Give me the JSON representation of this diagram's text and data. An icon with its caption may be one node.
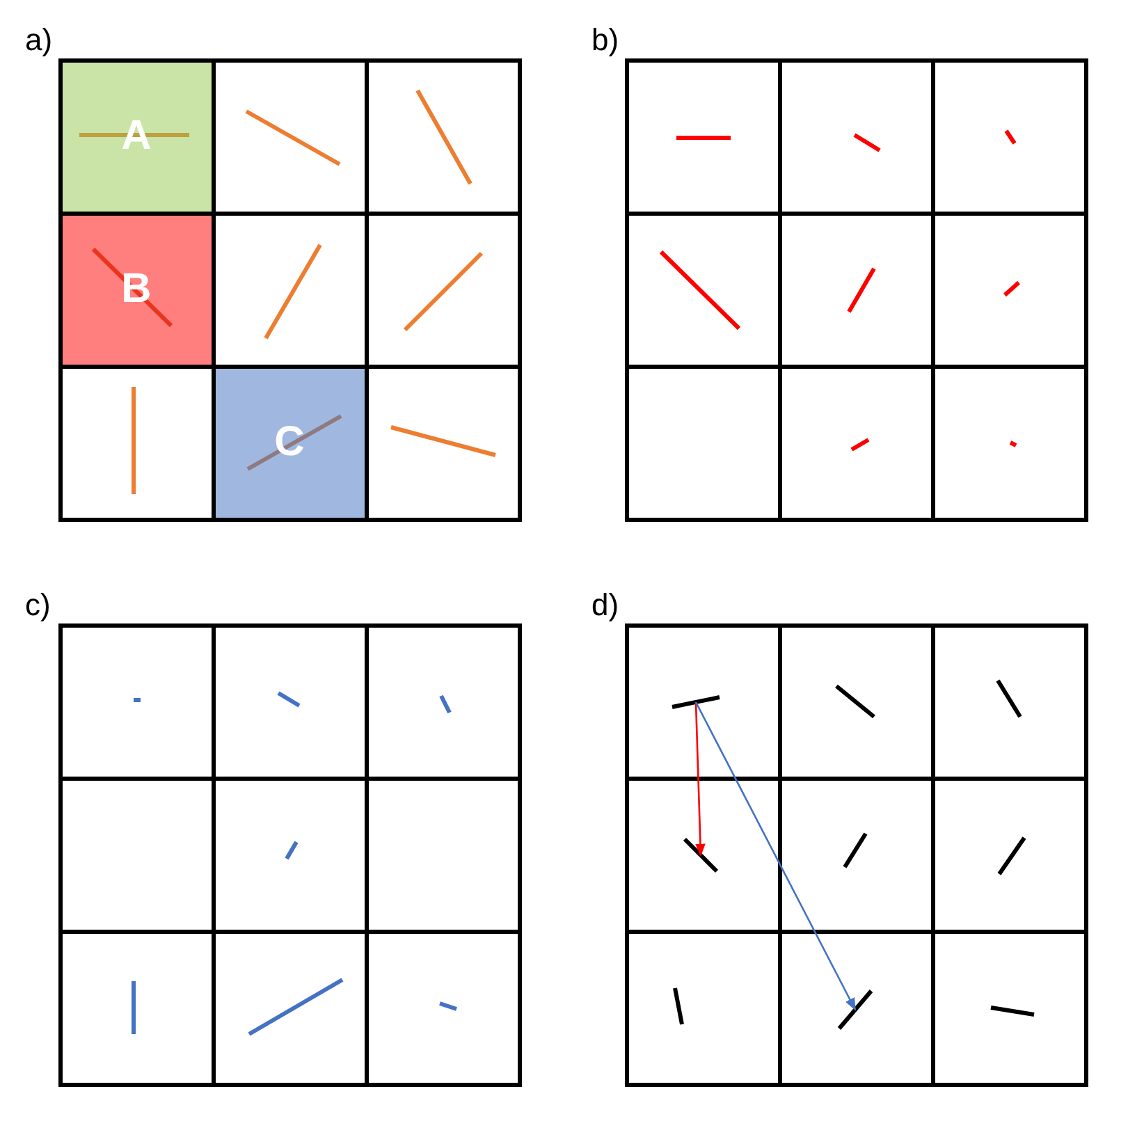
{
  "diagram": {
    "nodes": [
      {
        "text": [
          "A"
        ]
      },
      {
        "text": [
          "B"
        ]
      },
      {
        "text": [
          "C"
        ]
      },
      {
        "text": [],
        "shape": "bar"
      },
      {
        "text": [],
        "shape": "bar"
      },
      {
        "text": [],
        "shape": "bar"
      }
    ],
    "edges": [
      {
        "from": 3,
        "to": 4,
        "arrow": "to",
        "color": "#ff0000"
      },
      {
        "from": 3,
        "to": 5,
        "arrow": "to",
        "color": "#4472c4"
      }
    ],
    "labels": [
      "a)",
      "b)",
      "c)",
      "d)"
    ]
  }
}
